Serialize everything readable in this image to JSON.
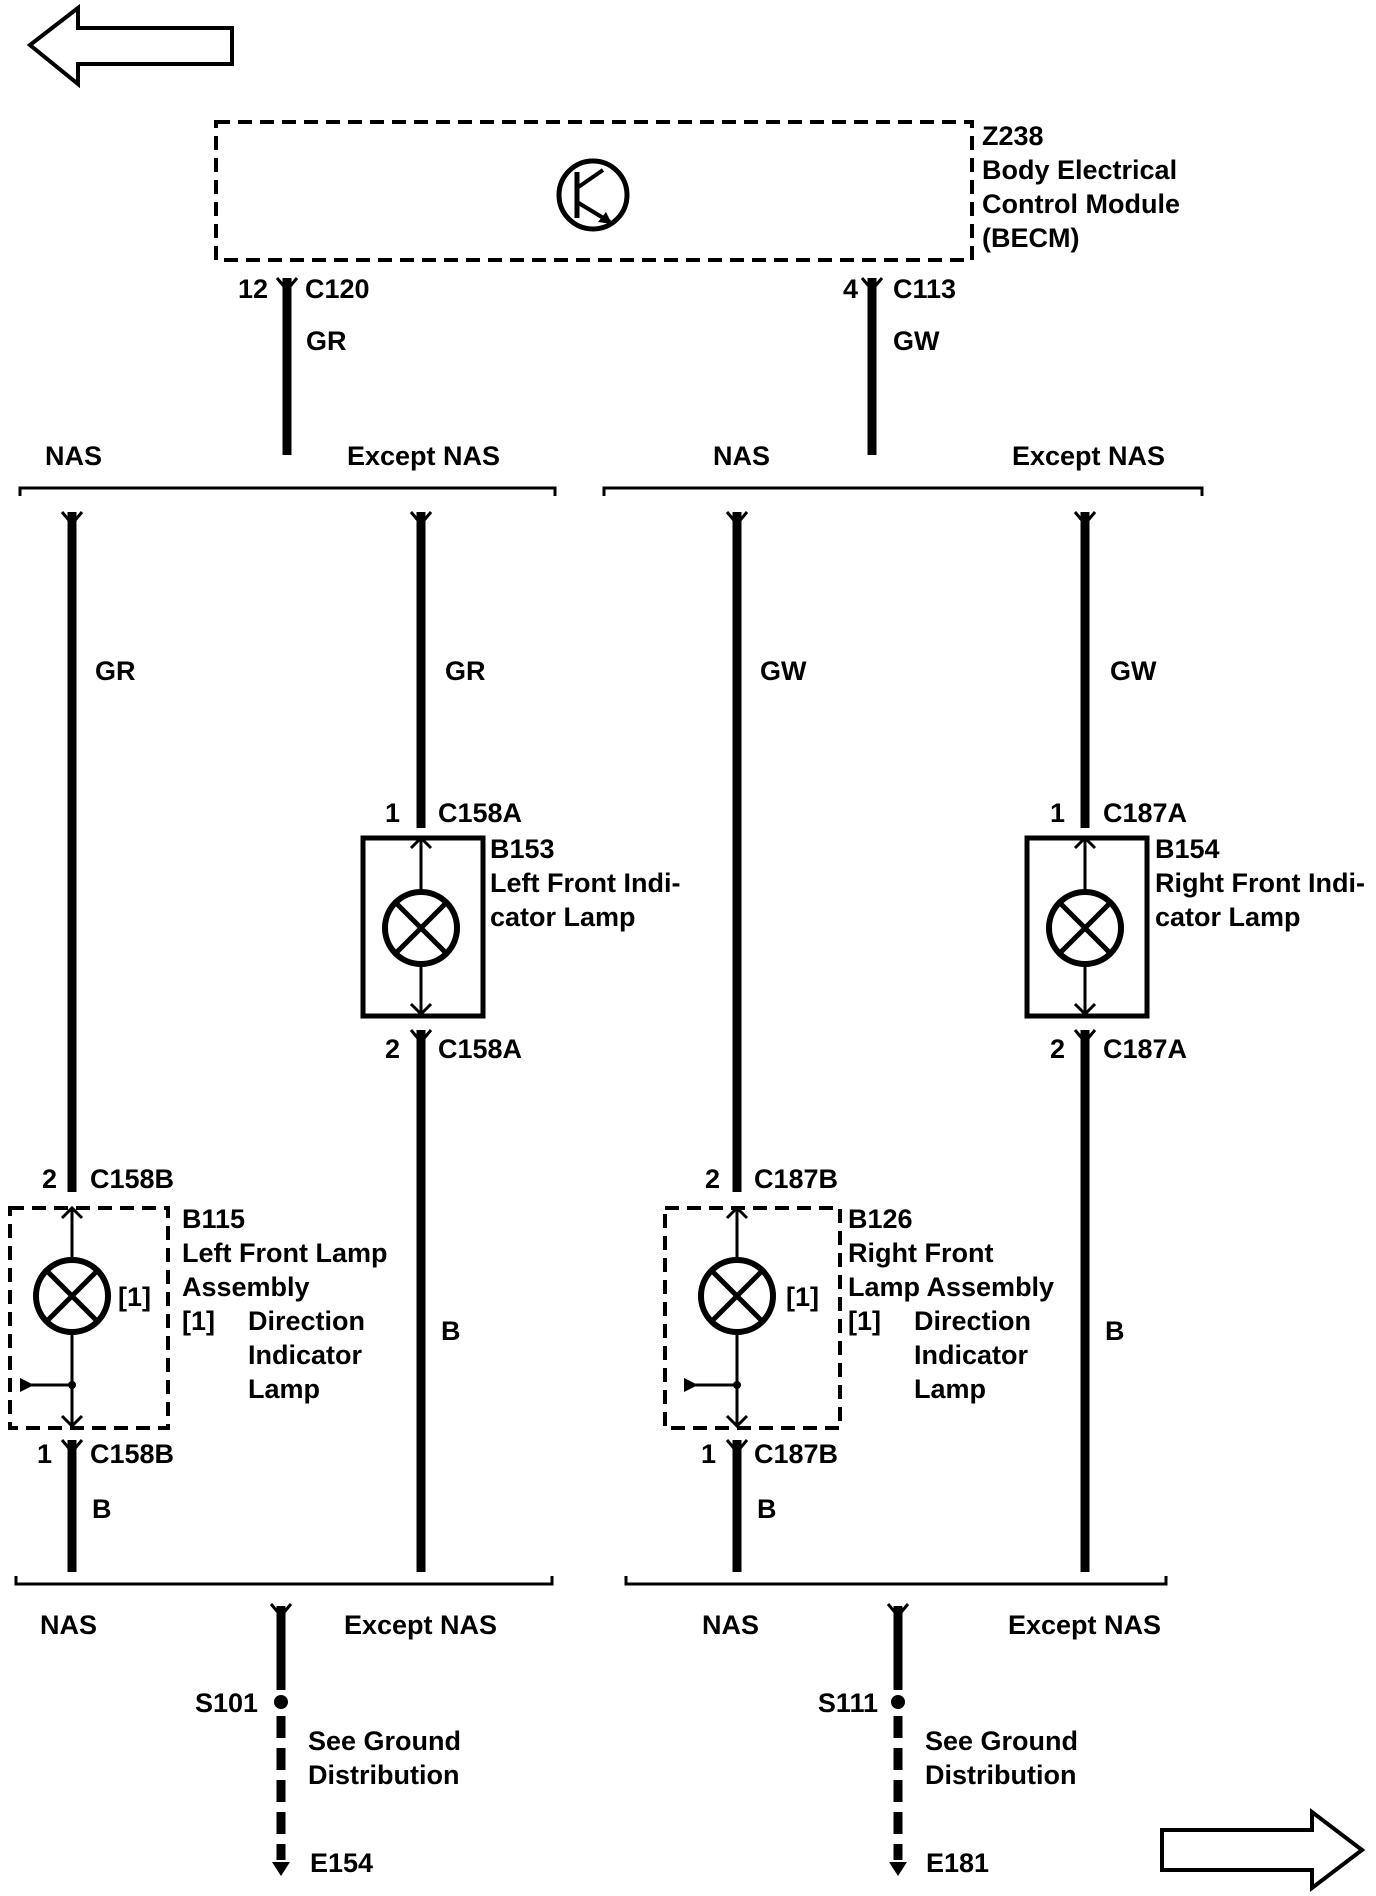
{
  "module": {
    "id": "Z238",
    "name_line1": "Body Electrical",
    "name_line2": "Control Module",
    "abbr": "(BECM)",
    "pin_left": "12",
    "conn_left": "C120",
    "pin_right": "4",
    "conn_right": "C113"
  },
  "wires": {
    "gr": "GR",
    "gw": "GW",
    "b": "B"
  },
  "splits": {
    "nas": "NAS",
    "except_nas": "Except NAS"
  },
  "left_side": {
    "indicator": {
      "id": "B153",
      "name_line1": "Left Front Indi-",
      "name_line2": "cator Lamp",
      "top_pin": "1",
      "top_conn": "C158A",
      "bottom_pin": "2",
      "bottom_conn": "C158A"
    },
    "assembly": {
      "id": "B115",
      "name_line1": "Left Front Lamp",
      "name_line2": "Assembly",
      "note_ref": "[1]",
      "note_line1": "Direction",
      "note_line2": "Indicator",
      "note_line3": "Lamp",
      "inner_ref": "[1]",
      "top_pin": "2",
      "top_conn": "C158B",
      "bottom_pin": "1",
      "bottom_conn": "C158B"
    },
    "ground": {
      "splice": "S101",
      "text_line1": "See Ground",
      "text_line2": "Distribution",
      "ground_point": "E154"
    }
  },
  "right_side": {
    "indicator": {
      "id": "B154",
      "name_line1": "Right Front Indi-",
      "name_line2": "cator Lamp",
      "top_pin": "1",
      "top_conn": "C187A",
      "bottom_pin": "2",
      "bottom_conn": "C187A"
    },
    "assembly": {
      "id": "B126",
      "name_line1": "Right Front",
      "name_line2": "Lamp Assembly",
      "note_ref": "[1]",
      "note_line1": "Direction",
      "note_line2": "Indicator",
      "note_line3": "Lamp",
      "inner_ref": "[1]",
      "top_pin": "2",
      "top_conn": "C187B",
      "bottom_pin": "1",
      "bottom_conn": "C187B"
    },
    "ground": {
      "splice": "S111",
      "text_line1": "See Ground",
      "text_line2": "Distribution",
      "ground_point": "E181"
    }
  },
  "icons": {
    "prev_page": "left-arrow-icon",
    "next_page": "right-arrow-icon",
    "module_symbol": "transistor-icon",
    "lamp_symbol": "lamp-icon"
  }
}
